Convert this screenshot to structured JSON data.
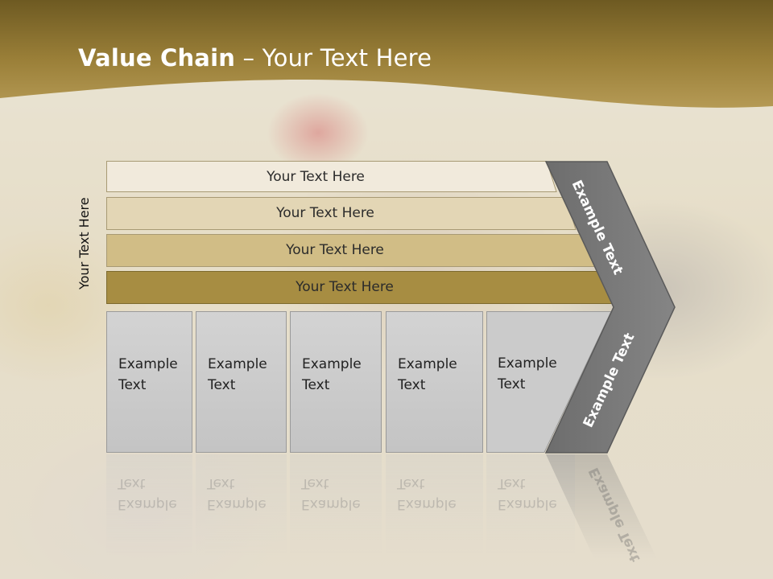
{
  "title": {
    "bold": "Value Chain",
    "rest": " – Your Text Here"
  },
  "vertical_label": "Your Text Here",
  "bands": [
    {
      "label": "Your Text Here",
      "color": "#f1eadc"
    },
    {
      "label": "Your Text Here",
      "color": "#e3d6b5"
    },
    {
      "label": "Your Text Here",
      "color": "#d1bd86"
    },
    {
      "label": "Your Text Here",
      "color": "#a78d42"
    }
  ],
  "boxes": [
    {
      "line1": "Example",
      "line2": "Text"
    },
    {
      "line1": "Example",
      "line2": "Text"
    },
    {
      "line1": "Example",
      "line2": "Text"
    },
    {
      "line1": "Example",
      "line2": "Text"
    },
    {
      "line1": "Example",
      "line2": "Text"
    }
  ],
  "chevron": {
    "upper": "Example Text",
    "lower": "Example Text",
    "color": "#7a7a7a"
  },
  "colors": {
    "title_bar": "#8f742f",
    "title_bar_light": "#b5974a"
  }
}
